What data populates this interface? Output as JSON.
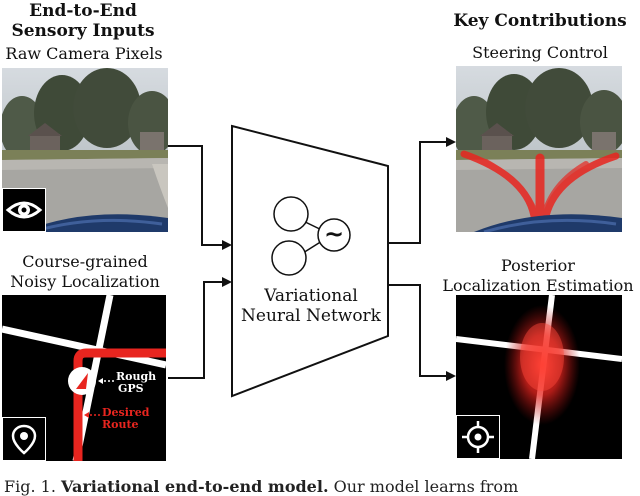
{
  "inputs": {
    "title_line1": "End-to-End",
    "title_line2": "Sensory Inputs",
    "camera_label": "Raw Camera Pixels",
    "loc_label_line1": "Course-grained",
    "loc_label_line2": "Noisy Localization",
    "rough_gps_line1": "Rough",
    "rough_gps_line2": "GPS",
    "desired_route_line1": "Desired",
    "desired_route_line2": "Route"
  },
  "network": {
    "label_line1": "Variational",
    "label_line2": "Neural Network",
    "node_symbol": "~"
  },
  "outputs": {
    "title": "Key Contributions",
    "steering_label": "Steering Control",
    "posterior_line1": "Posterior",
    "posterior_line2": "Localization Estimation"
  },
  "caption": {
    "prefix": "Fig. 1.",
    "bold": "Variational end-to-end model.",
    "rest": "Our model learns from"
  },
  "icons": {
    "camera_badge": "eye-icon",
    "map_badge": "map-pin-icon",
    "posterior_badge": "crosshair-icon"
  },
  "colors": {
    "route_red": "#e8251f",
    "road_white": "#ffffff",
    "map_background": "#000000",
    "network_stroke": "#111111"
  }
}
